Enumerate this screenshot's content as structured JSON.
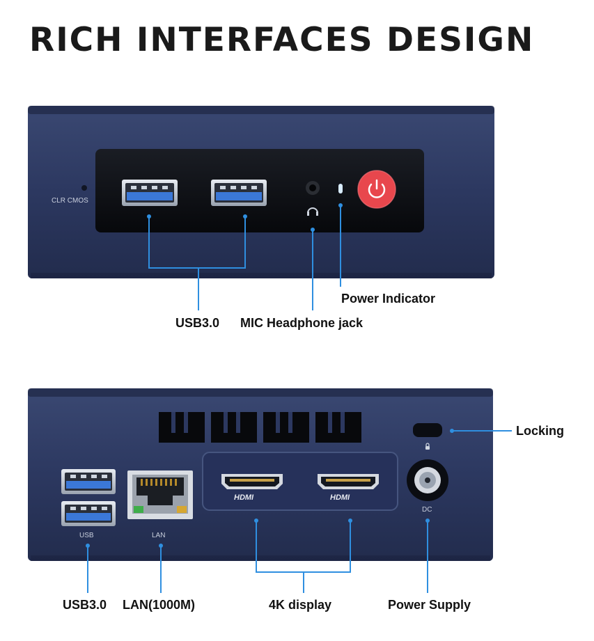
{
  "title": "RICH INTERFACES DESIGN",
  "front": {
    "clr_cmos": "CLR CMOS",
    "labels": {
      "usb": "USB3.0",
      "mic": "MIC Headphone jack",
      "power_indicator": "Power Indicator"
    }
  },
  "back": {
    "port_text": {
      "usb": "USB",
      "lan": "LAN",
      "dc": "DC",
      "hdmi": "HDMI"
    },
    "labels": {
      "usb": "USB3.0",
      "lan": "LAN(1000M)",
      "display": "4K display",
      "power": "Power Supply",
      "locking": "Locking"
    }
  },
  "colors": {
    "case": "#2f3c63",
    "accent": "#2f8fe0",
    "usb_blue": "#3b78d8",
    "power_btn": "#e8474d"
  }
}
